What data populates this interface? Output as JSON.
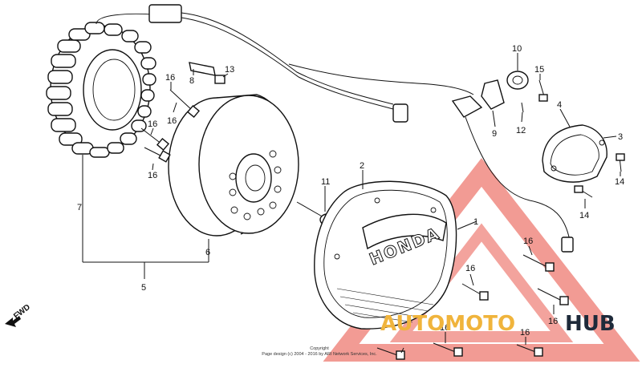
{
  "diagram": {
    "brand_text": "HONDA",
    "forward_label": "FWD",
    "copyright_line1": "Copyright",
    "copyright_line2": "Page design (c) 2004 - 2016 by ARI Network Services, Inc.",
    "watermark": {
      "part1": "AUTOMOTO",
      "part2": "HUB",
      "accent": "#e8483c",
      "gold": "#f0b43c",
      "dark": "#1e2a3a"
    },
    "callouts": [
      {
        "id": "c1",
        "text": "1"
      },
      {
        "id": "c2",
        "text": "2"
      },
      {
        "id": "c3",
        "text": "3"
      },
      {
        "id": "c4",
        "text": "4"
      },
      {
        "id": "c5",
        "text": "5"
      },
      {
        "id": "c6",
        "text": "6"
      },
      {
        "id": "c7",
        "text": "7"
      },
      {
        "id": "c8",
        "text": "8"
      },
      {
        "id": "c9",
        "text": "9"
      },
      {
        "id": "c10",
        "text": "10"
      },
      {
        "id": "c11",
        "text": "11"
      },
      {
        "id": "c12",
        "text": "12"
      },
      {
        "id": "c13",
        "text": "13"
      },
      {
        "id": "c14a",
        "text": "14"
      },
      {
        "id": "c14b",
        "text": "14"
      },
      {
        "id": "c15",
        "text": "15"
      },
      {
        "id": "c16a",
        "text": "16"
      },
      {
        "id": "c16b",
        "text": "16"
      },
      {
        "id": "c16c",
        "text": "16"
      },
      {
        "id": "c16d",
        "text": "16"
      },
      {
        "id": "c16e",
        "text": "16"
      },
      {
        "id": "c16f",
        "text": "16"
      },
      {
        "id": "c16g",
        "text": "16"
      },
      {
        "id": "c16h",
        "text": "16"
      },
      {
        "id": "c16i",
        "text": "16"
      }
    ]
  }
}
